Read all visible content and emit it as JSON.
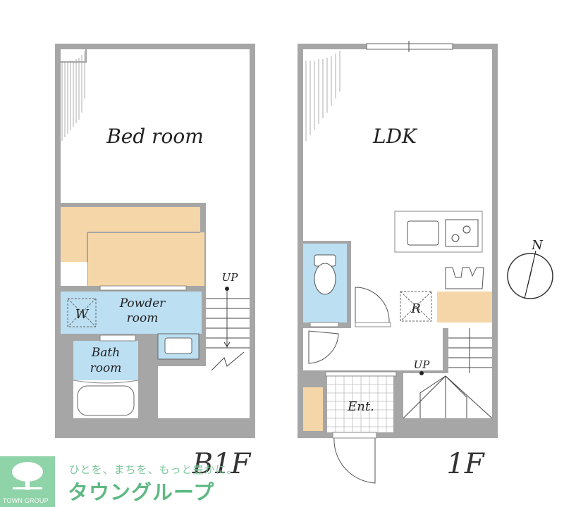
{
  "b1f": {
    "floor_label": "B1F",
    "rooms": {
      "bedroom": "Bed room",
      "powder_line1": "Powder",
      "powder_line2": "room",
      "bath_line1": "Bath",
      "bath_line2": "room",
      "washer": "W",
      "up": "UP"
    }
  },
  "f1": {
    "floor_label": "1F",
    "rooms": {
      "ldk": "LDK",
      "fridge": "R",
      "entrance": "Ent.",
      "up": "UP"
    }
  },
  "compass": {
    "label": "N",
    "icon": "north-compass-icon"
  },
  "branding": {
    "tagline": "ひとを、まちを、もっと豊かに。",
    "brand": "タウングループ",
    "logo_text": "TOWN GROUP"
  },
  "colors": {
    "wall": "#a6a6a6",
    "storage": "#f5d6a8",
    "wet_area": "#bcdff2",
    "logo_bg": "#8fd3a8"
  }
}
